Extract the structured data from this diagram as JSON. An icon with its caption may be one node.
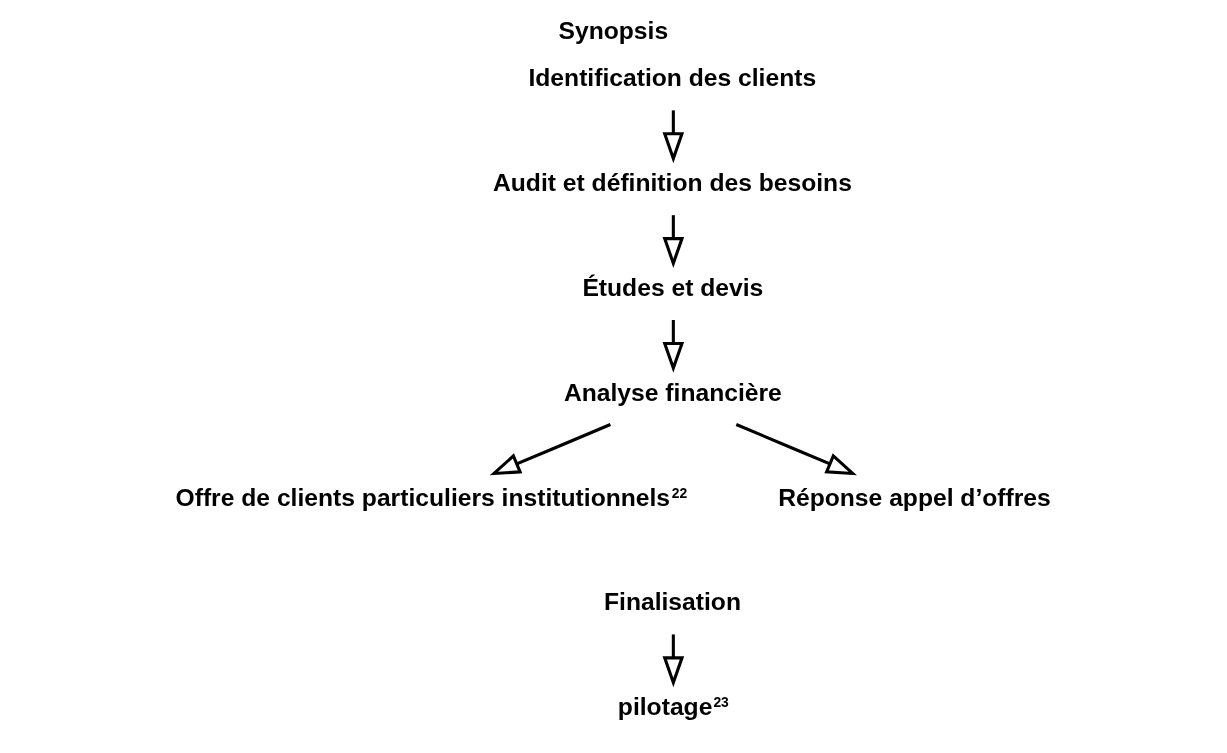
{
  "diagram": {
    "title": "Synopsis",
    "nodes": [
      {
        "text": [
          "Identification des clients"
        ]
      },
      {
        "text": [
          "Audit et définition des besoins"
        ]
      },
      {
        "text": [
          "Études et devis"
        ]
      },
      {
        "text": [
          "Analyse financière"
        ]
      },
      {
        "text": [
          "Offre de clients particuliers institutionnels$^{22}$"
        ]
      },
      {
        "text": [
          "Réponse appel d’offres"
        ]
      },
      {
        "text": [
          "Finalisation"
        ]
      },
      {
        "text": [
          "pilotage$^{23}$"
        ]
      }
    ],
    "edges": [
      {
        "from": 0,
        "to": 1,
        "arrow": "to"
      },
      {
        "from": 1,
        "to": 2,
        "arrow": "to"
      },
      {
        "from": 2,
        "to": 3,
        "arrow": "to"
      },
      {
        "from": 3,
        "to": 4,
        "arrow": "to"
      },
      {
        "from": 3,
        "to": 5,
        "arrow": "to"
      },
      {
        "from": 6,
        "to": 7,
        "arrow": "to"
      }
    ]
  }
}
